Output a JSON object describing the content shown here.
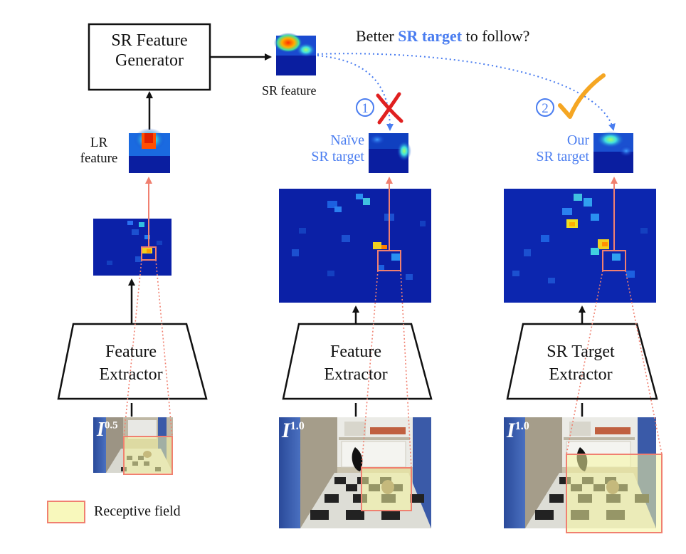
{
  "title": {
    "prefix": "Better ",
    "highlight": "SR target",
    "suffix": " to follow?"
  },
  "generator": {
    "line1": "SR Feature",
    "line2": "Generator"
  },
  "sr_feature_label": "SR feature",
  "lr_feature_label": {
    "line1": "LR",
    "line2": "feature"
  },
  "option1": {
    "number": "1",
    "mark": "cross",
    "label_line1": "Naïve",
    "label_line2": "SR target"
  },
  "option2": {
    "number": "2",
    "mark": "check",
    "label_line1": "Our",
    "label_line2": "SR target"
  },
  "extractors": [
    {
      "line1": "Feature",
      "line2": "Extractor"
    },
    {
      "line1": "Feature",
      "line2": "Extractor"
    },
    {
      "line1": "SR Target",
      "line2": "Extractor"
    }
  ],
  "inputs": [
    {
      "symbol": "I",
      "exponent": "0.5"
    },
    {
      "symbol": "I",
      "exponent": "1.0"
    },
    {
      "symbol": "I",
      "exponent": "1.0"
    }
  ],
  "legend": {
    "label": "Receptive field"
  },
  "colors": {
    "accent_blue": "#4a7df0",
    "receptive_border": "#f08070",
    "receptive_fill": "#f5f5a0",
    "cross": "#e02020",
    "check": "#f5a623",
    "heatmap_bg": "#0a1ea0"
  }
}
